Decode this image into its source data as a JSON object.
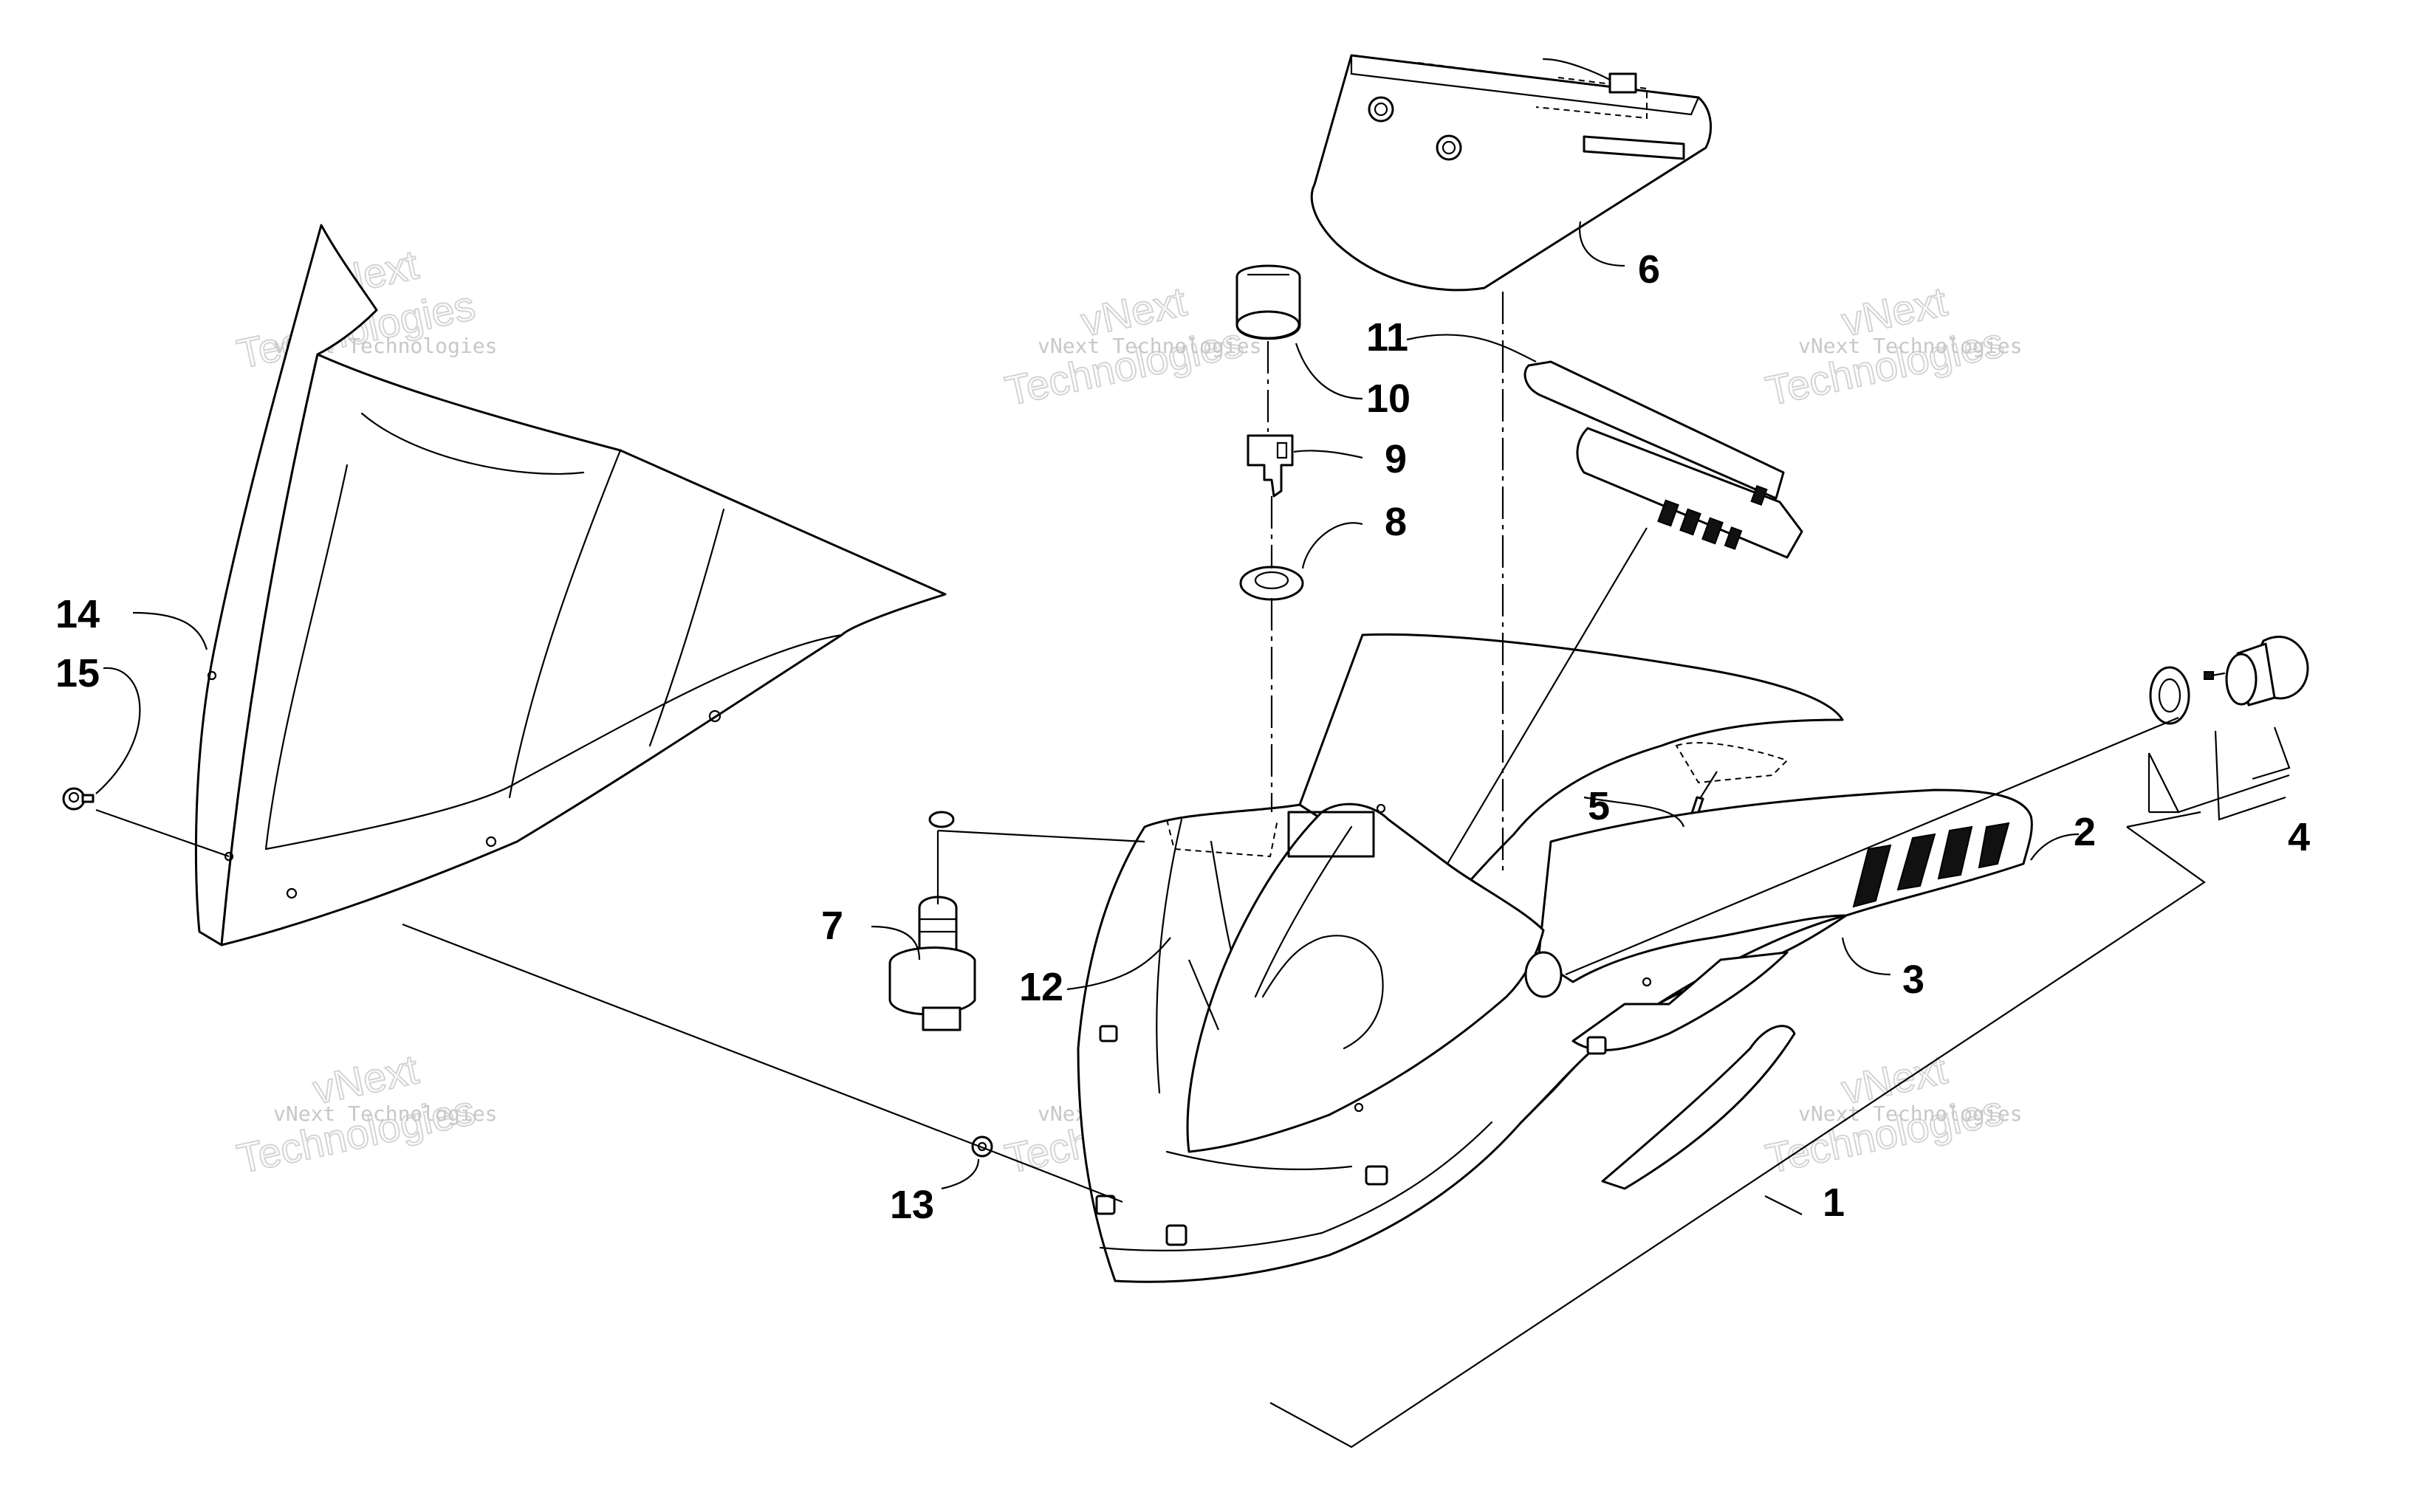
{
  "diagram": {
    "callouts": [
      {
        "id": "c1",
        "label": "1"
      },
      {
        "id": "c2",
        "label": "2"
      },
      {
        "id": "c3",
        "label": "3"
      },
      {
        "id": "c4",
        "label": "4"
      },
      {
        "id": "c5",
        "label": "5"
      },
      {
        "id": "c6",
        "label": "6"
      },
      {
        "id": "c7",
        "label": "7"
      },
      {
        "id": "c8",
        "label": "8"
      },
      {
        "id": "c9",
        "label": "9"
      },
      {
        "id": "c10",
        "label": "10"
      },
      {
        "id": "c11",
        "label": "11"
      },
      {
        "id": "c12",
        "label": "12"
      },
      {
        "id": "c13",
        "label": "13"
      },
      {
        "id": "c14",
        "label": "14"
      },
      {
        "id": "c15",
        "label": "15"
      }
    ],
    "watermark": {
      "line": "vNext Technologies",
      "word1": "vNext",
      "word2": "Technologies"
    }
  }
}
